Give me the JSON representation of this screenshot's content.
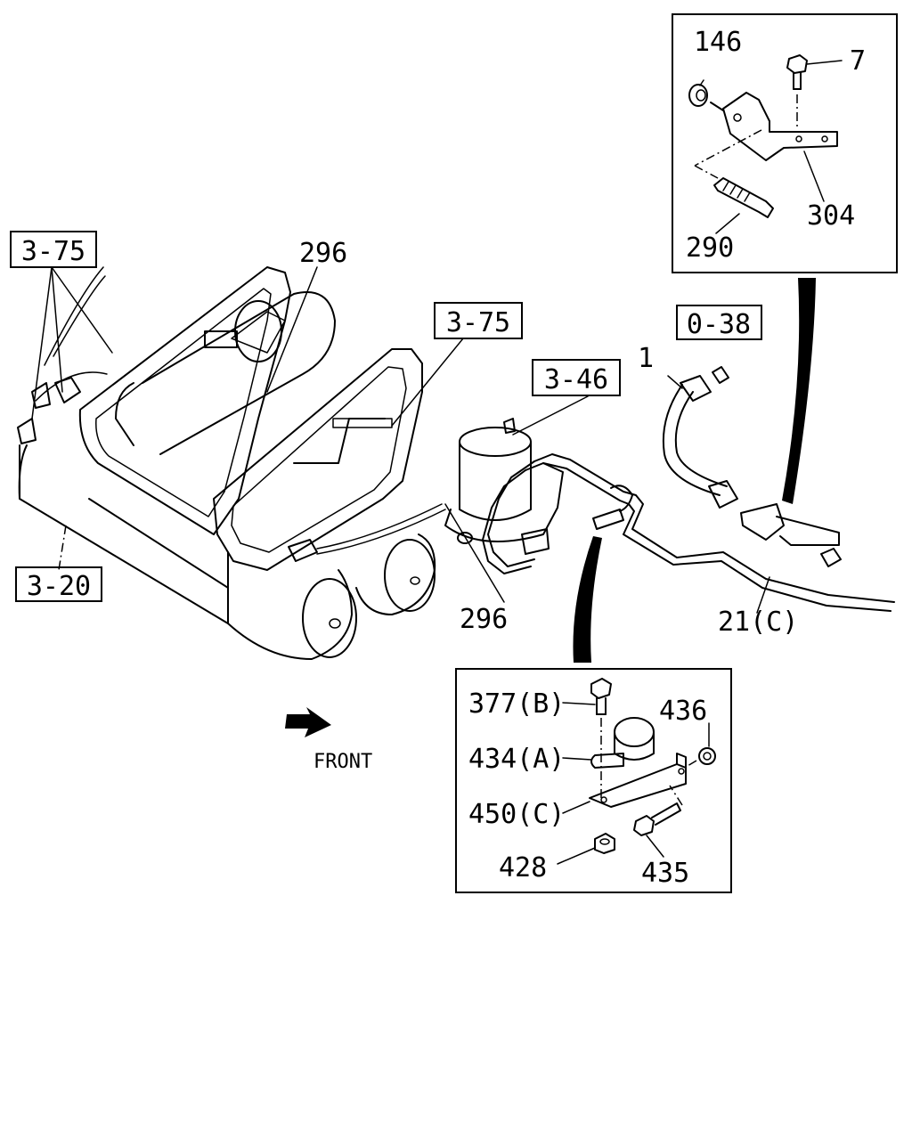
{
  "refs": {
    "r375_a": "3-75",
    "r375_b": "3-75",
    "r346": "3-46",
    "r038": "0-38",
    "r320": "3-20"
  },
  "parts": {
    "p146": "146",
    "p7": "7",
    "p304": "304",
    "p290": "290",
    "p296_a": "296",
    "p296_b": "296",
    "p1": "1",
    "p21c": "21(C)",
    "p377b": "377(B)",
    "p434a": "434(A)",
    "p450c": "450(C)",
    "p428": "428",
    "p436": "436",
    "p435": "435"
  },
  "front_label": "FRONT"
}
